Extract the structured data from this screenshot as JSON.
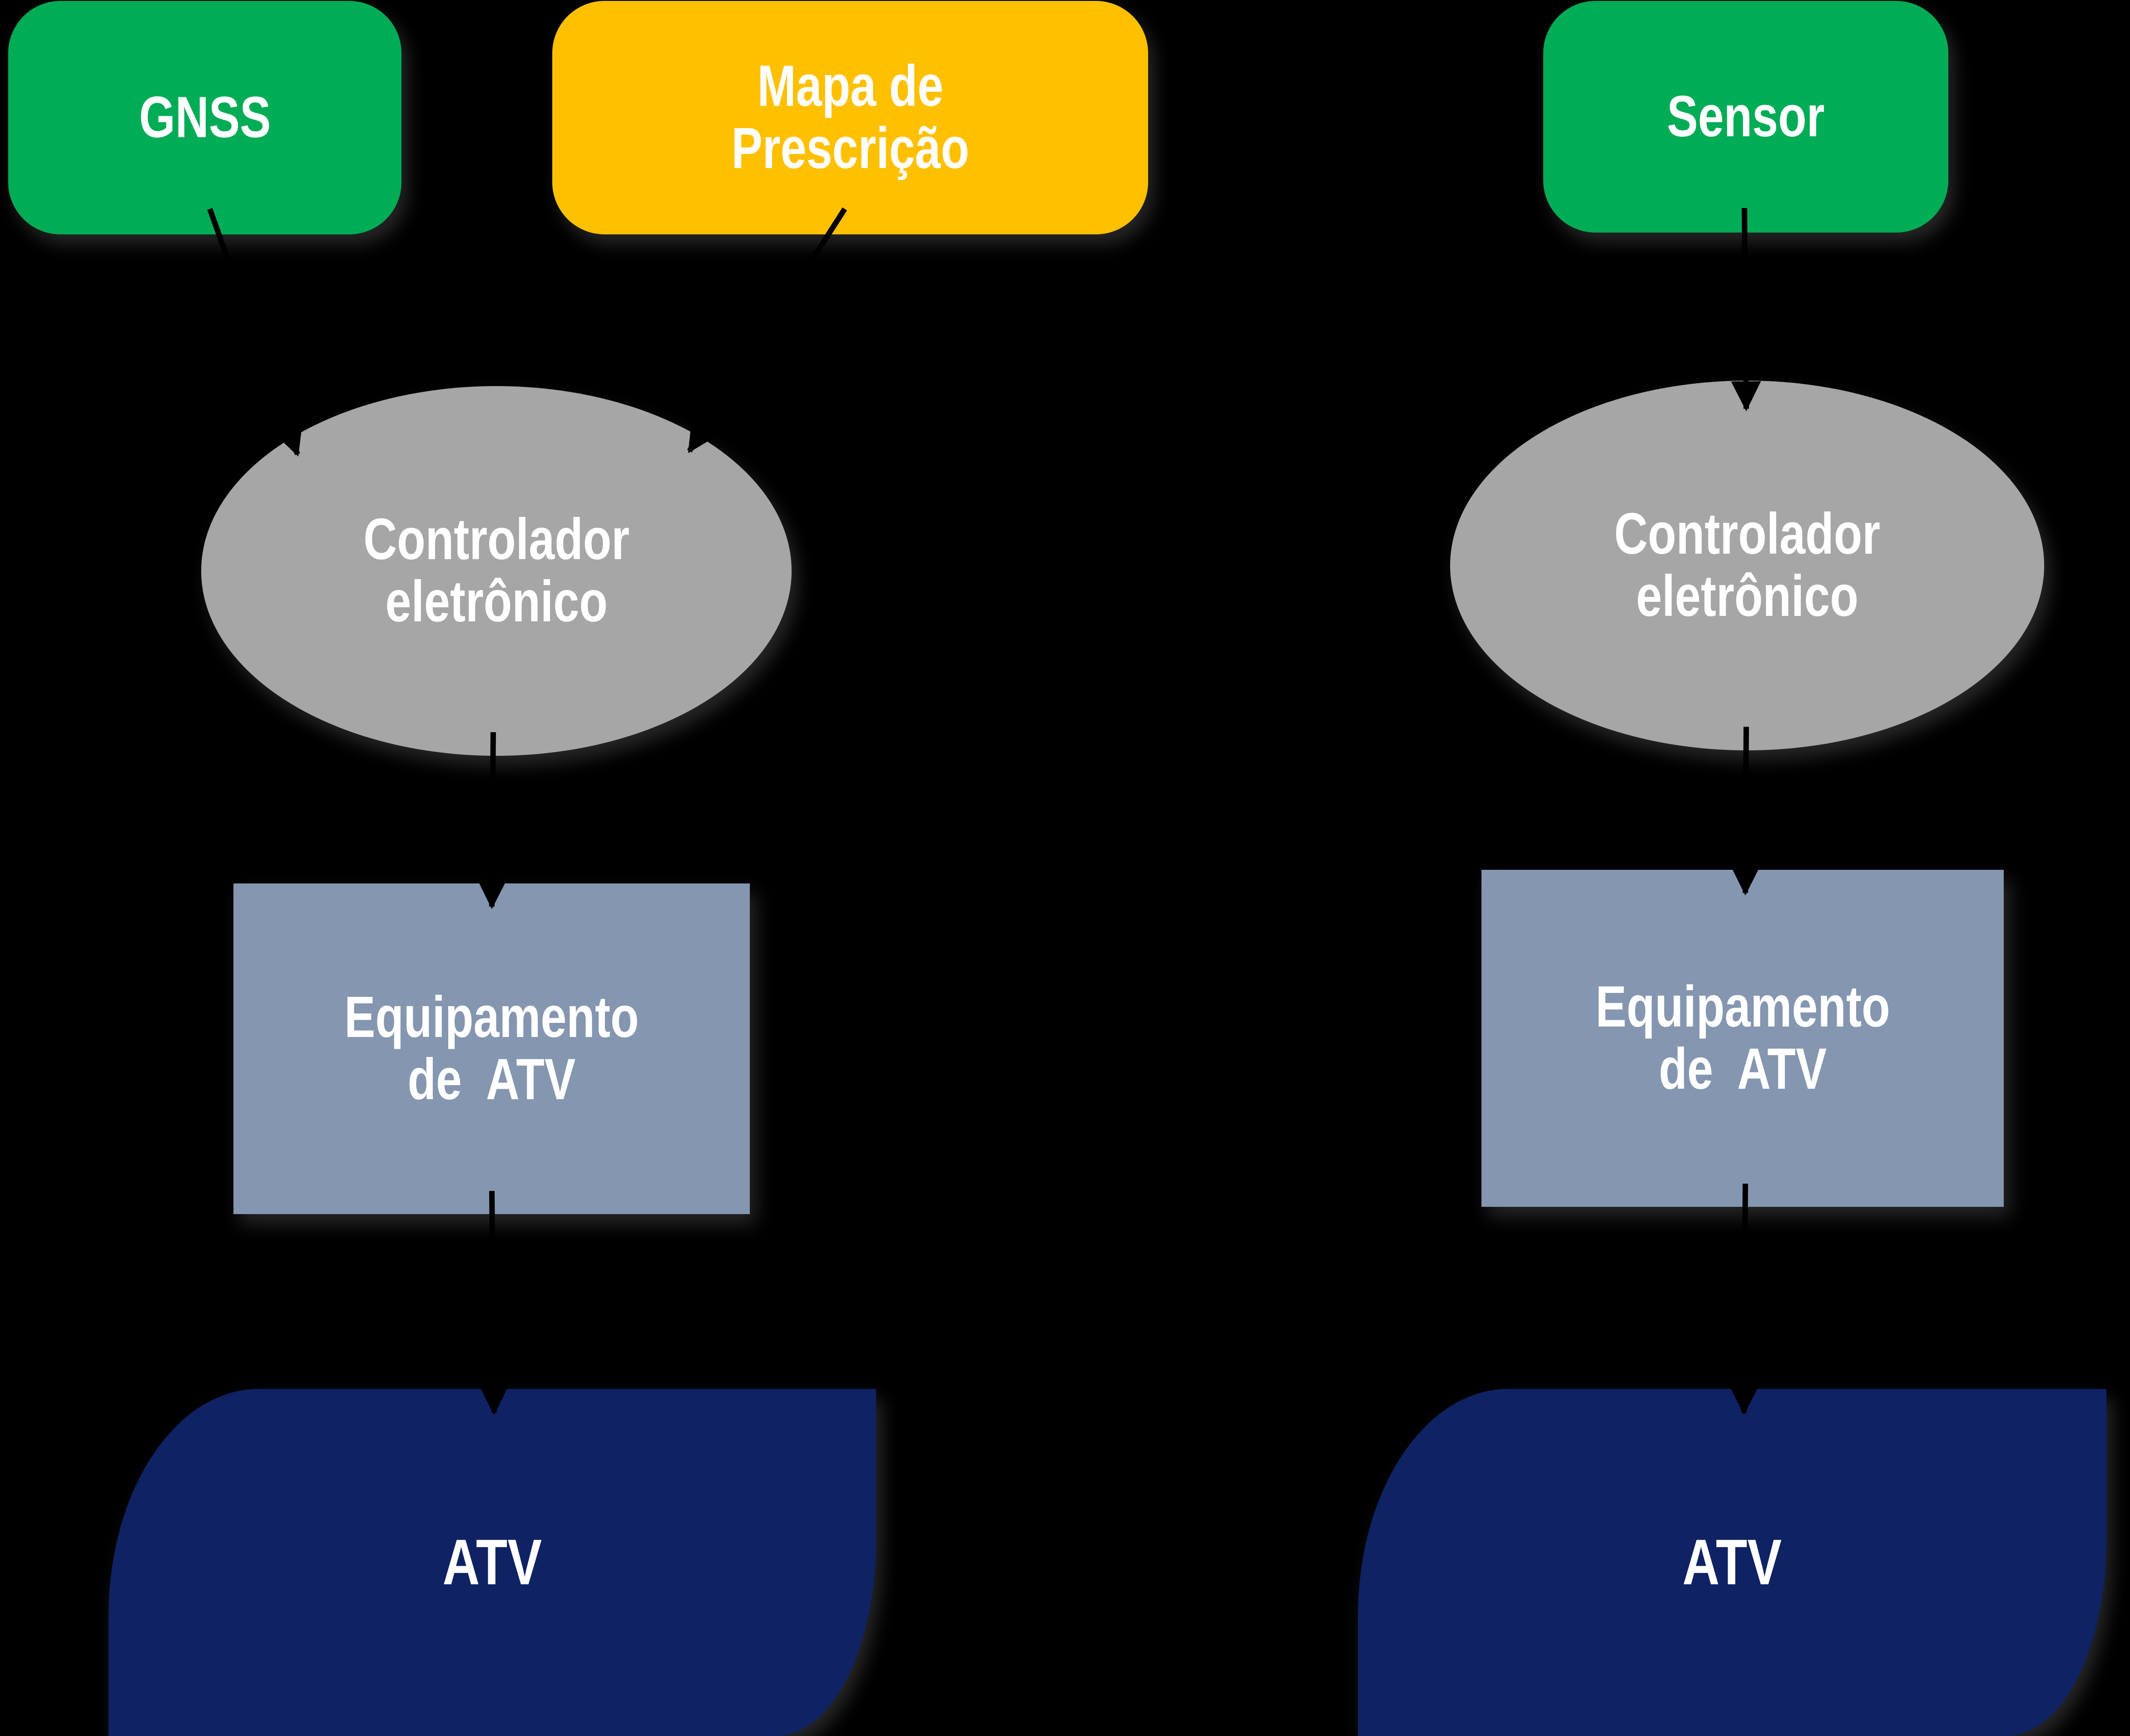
{
  "diagram": {
    "background_color": "#000000",
    "text_color": "#FFFFFF",
    "connector_color": "#000000",
    "nodes": {
      "gnss": {
        "label": "GNSS",
        "shape": "rounded-rectangle",
        "color": "#00AC55"
      },
      "mapa": {
        "label": "Mapa de\nPrescrição",
        "shape": "rounded-rectangle",
        "color": "#FFC000"
      },
      "sensor": {
        "label": "Sensor",
        "shape": "rounded-rectangle",
        "color": "#00AC55"
      },
      "controlador_left": {
        "label": "Controlador\neletrônico",
        "shape": "ellipse",
        "color": "#A6A6A6"
      },
      "controlador_right": {
        "label": "Controlador\neletrônico",
        "shape": "ellipse",
        "color": "#A6A6A6"
      },
      "equipamento_left": {
        "label": "Equipamento\nde  ATV",
        "shape": "rectangle",
        "color": "#8496B0"
      },
      "equipamento_right": {
        "label": "Equipamento\nde  ATV",
        "shape": "rectangle",
        "color": "#8496B0"
      },
      "atv_left": {
        "label": "ATV",
        "shape": "round-diagonal-corner-rectangle",
        "color": "#0E2264"
      },
      "atv_right": {
        "label": "ATV",
        "shape": "round-diagonal-corner-rectangle",
        "color": "#0E2264"
      }
    },
    "connectors": [
      {
        "from": "gnss",
        "to": "controlador_left"
      },
      {
        "from": "mapa",
        "to": "controlador_left"
      },
      {
        "from": "controlador_left",
        "to": "equipamento_left"
      },
      {
        "from": "equipamento_left",
        "to": "atv_left"
      },
      {
        "from": "sensor",
        "to": "controlador_right"
      },
      {
        "from": "controlador_right",
        "to": "equipamento_right"
      },
      {
        "from": "equipamento_right",
        "to": "atv_right"
      }
    ]
  }
}
